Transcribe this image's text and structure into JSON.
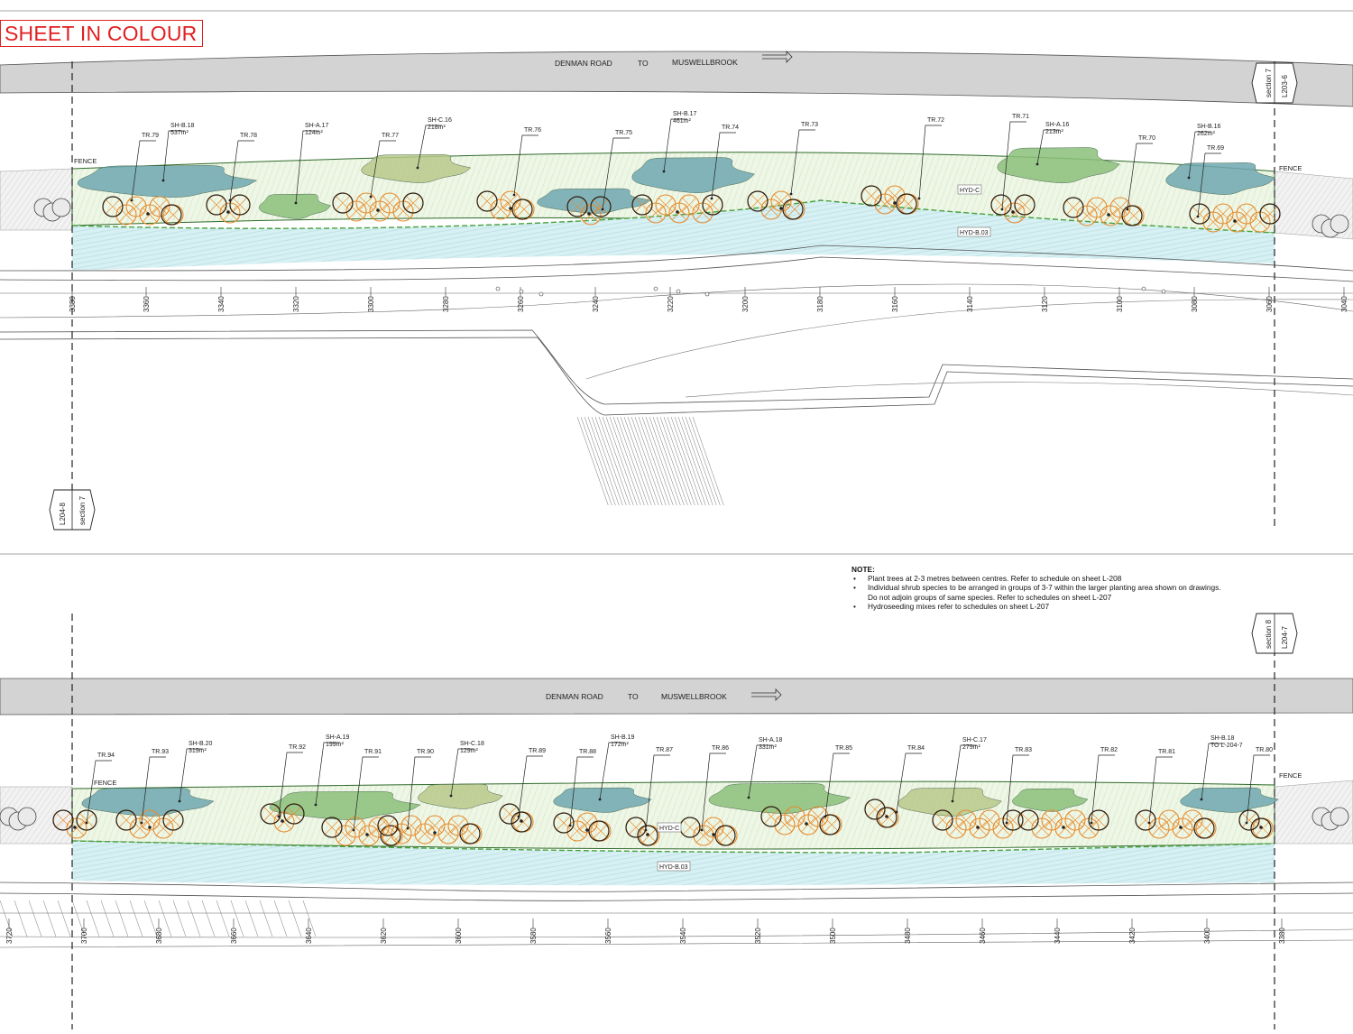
{
  "stamp": "SHEET IN COLOUR",
  "colors": {
    "road": "#d3d3d3",
    "hydro": "#cfeef3",
    "shrubA": "#8bc07a",
    "shrubB": "#6fa7b0",
    "shrubC": "#b7c98a",
    "tree": "#e88a2a",
    "tree_outline": "#2b1d12",
    "fence_line": "#49a13c",
    "stamp": "#e02020"
  },
  "top_plan": {
    "road": {
      "name": "DENMAN ROAD",
      "to": "TO",
      "dest": "MUSWELLBROOK"
    },
    "fence_left": "FENCE",
    "fence_right": "FENCE",
    "section_right": {
      "section": "section 7",
      "sheet": "L203-6"
    },
    "section_left": {
      "section": "section 7",
      "sheet": "L204-8"
    },
    "hyd_c": "HYD-C",
    "hyd_b": "HYD-B.03",
    "trees": [
      {
        "id": "TR.79"
      },
      {
        "id": "TR.78"
      },
      {
        "id": "TR.77"
      },
      {
        "id": "TR.76"
      },
      {
        "id": "TR.75"
      },
      {
        "id": "TR.74"
      },
      {
        "id": "TR.73"
      },
      {
        "id": "TR.72"
      },
      {
        "id": "TR.71"
      },
      {
        "id": "TR.70"
      },
      {
        "id": "TR.69"
      }
    ],
    "shrubs": [
      {
        "id": "SH-B.18",
        "area": "537m²"
      },
      {
        "id": "SH-A.17",
        "area": "124m²"
      },
      {
        "id": "SH-C.16",
        "area": "218m²"
      },
      {
        "id": "SH-B.17",
        "area": "461m²"
      },
      {
        "id": "SH-A.16",
        "area": "213m²"
      },
      {
        "id": "SH-B.16",
        "area": "262m²"
      }
    ],
    "chainages": [
      "3360",
      "3340",
      "3320",
      "3300",
      "3280",
      "3260",
      "3240",
      "3220",
      "3200",
      "3180",
      "3160",
      "3140",
      "3120",
      "3100",
      "3080",
      "3060",
      "3040",
      "3380"
    ]
  },
  "note": {
    "heading": "NOTE",
    "items": [
      "Plant trees at 2-3 metres between centres. Refer to schedule on sheet L-208",
      "Individual shrub species to be arranged in groups of 3-7 within the larger planting area shown on drawings.",
      "Do not adjoin groups of same species. Refer to schedules on sheet L-207",
      "Hydroseeding mixes refer to schedules on sheet L-207"
    ]
  },
  "bottom_plan": {
    "road": {
      "name": "DENMAN ROAD",
      "to": "TO",
      "dest": "MUSWELLBROOK"
    },
    "fence_left": "FENCE",
    "fence_right": "FENCE",
    "section_right": {
      "section": "section 8",
      "sheet": "L204-7"
    },
    "hyd_c": "HYD-C",
    "hyd_b": "HYD-B.03",
    "trees": [
      {
        "id": "TR.94"
      },
      {
        "id": "TR.93"
      },
      {
        "id": "TR.92"
      },
      {
        "id": "TR.91"
      },
      {
        "id": "TR.90"
      },
      {
        "id": "TR.89"
      },
      {
        "id": "TR.88"
      },
      {
        "id": "TR.87"
      },
      {
        "id": "TR.86"
      },
      {
        "id": "TR.85"
      },
      {
        "id": "TR.84"
      },
      {
        "id": "TR.83"
      },
      {
        "id": "TR.82"
      },
      {
        "id": "TR.81"
      },
      {
        "id": "TR.80"
      }
    ],
    "shrubs": [
      {
        "id": "SH-B.20",
        "area": "319m²"
      },
      {
        "id": "SH-A.19",
        "area": "199m²"
      },
      {
        "id": "SH-C.18",
        "area": "129m²"
      },
      {
        "id": "SH-B.19",
        "area": "172m²"
      },
      {
        "id": "SH-A.18",
        "area": "331m²"
      },
      {
        "id": "SH-C.17",
        "area": "279m²"
      },
      {
        "id": "SH-B.18",
        "area": "TO L-204-7"
      }
    ],
    "chainages": [
      "3720",
      "3700",
      "3680",
      "3660",
      "3640",
      "3620",
      "3600",
      "3580",
      "3560",
      "3540",
      "3520",
      "3500",
      "3480",
      "3460",
      "3440",
      "3420",
      "3400",
      "3380"
    ]
  }
}
